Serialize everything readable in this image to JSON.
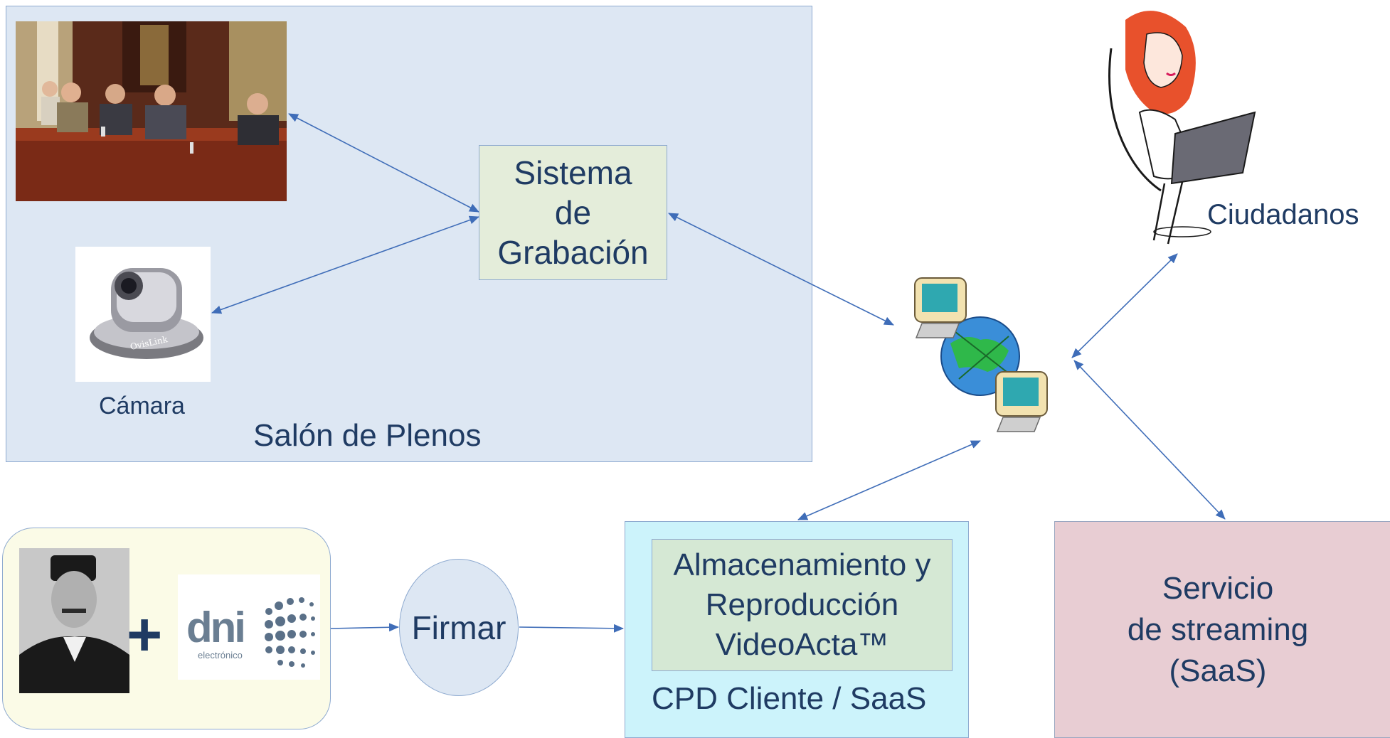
{
  "salon": {
    "label": "Salón de Plenos"
  },
  "sistema": {
    "lines": [
      "Sistema",
      "de",
      "Grabación"
    ]
  },
  "camara": {
    "label": "Cámara",
    "brand": "OvisLink"
  },
  "ciudadanos": {
    "label": "Ciudadanos"
  },
  "dni": {
    "logo_text": "dni",
    "logo_sub": "electrónico"
  },
  "plus": "+",
  "firmar": {
    "label": "Firmar"
  },
  "almacenamiento": {
    "lines": [
      "Almacenamiento y",
      "Reproducción",
      "VideoActa™"
    ]
  },
  "cpd": {
    "label": "CPD Cliente / SaaS"
  },
  "streaming": {
    "lines": [
      "Servicio",
      "de streaming",
      "(SaaS)"
    ]
  },
  "colors": {
    "arrow": "#3f6db8",
    "box_border": "#8eaad0",
    "text": "#1f3b63"
  }
}
